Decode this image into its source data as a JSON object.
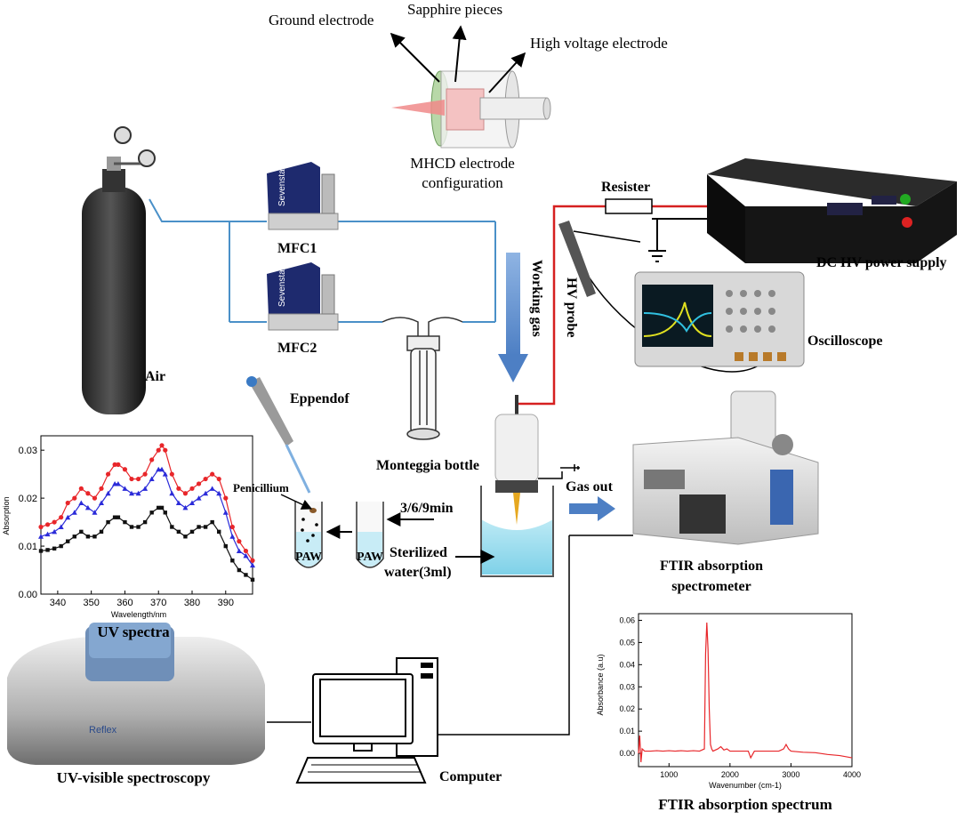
{
  "labels": {
    "ground_electrode": "Ground electrode",
    "sapphire_pieces": "Sapphire pieces",
    "high_voltage_electrode": "High voltage electrode",
    "mhcd_line1": "MHCD electrode",
    "mhcd_line2": "configuration",
    "resister": "Resister",
    "dc_hv_power_supply": "DC HV power supply",
    "mfc1": "MFC1",
    "mfc2": "MFC2",
    "working_gas": "Working gas",
    "hv_probe": "HV probe",
    "oscilloscope": "Oscilloscope",
    "air": "Air",
    "eppendof": "Eppendof",
    "monteggia_bottle": "Monteggia bottle",
    "penicillium": "Penicillium",
    "time": "3/6/9min",
    "gas_out": "Gas out",
    "sterilized_line1": "Sterilized",
    "sterilized_line2": "water(3ml)",
    "paw": "PAW",
    "ftir_line1": "FTIR absorption",
    "ftir_line2": "spectrometer",
    "uv_spectra": "UV spectra",
    "uv_visible": "UV-visible spectroscopy",
    "computer": "Computer",
    "ftir_spectrum": "FTIR absorption spectrum",
    "mfc_brand": "Sevenstar"
  },
  "chart_data": [
    {
      "type": "line",
      "ylabel": "Absorption",
      "xlabel": "Wavelength/nm",
      "xlim": [
        335,
        398
      ],
      "ylim": [
        0,
        0.033
      ],
      "xticks": [
        "340",
        "350",
        "360",
        "370",
        "380",
        "390"
      ],
      "yticks": [
        "0.00",
        "0.01",
        "0.02",
        "0.03"
      ],
      "x": [
        335,
        337,
        339,
        341,
        343,
        345,
        347,
        349,
        351,
        353,
        355,
        357,
        358,
        360,
        362,
        364,
        366,
        368,
        370,
        371,
        372,
        374,
        376,
        378,
        380,
        382,
        384,
        386,
        388,
        390,
        392,
        394,
        396,
        398
      ],
      "series": [
        {
          "color": "#e8262a",
          "marker": "circle",
          "values": [
            0.014,
            0.0145,
            0.015,
            0.016,
            0.019,
            0.02,
            0.022,
            0.021,
            0.02,
            0.022,
            0.025,
            0.027,
            0.027,
            0.026,
            0.024,
            0.024,
            0.025,
            0.028,
            0.03,
            0.031,
            0.03,
            0.025,
            0.022,
            0.021,
            0.022,
            0.023,
            0.024,
            0.025,
            0.024,
            0.02,
            0.014,
            0.011,
            0.009,
            0.007
          ]
        },
        {
          "color": "#2b2bd9",
          "marker": "triangle",
          "values": [
            0.012,
            0.0125,
            0.013,
            0.014,
            0.016,
            0.017,
            0.019,
            0.018,
            0.017,
            0.019,
            0.021,
            0.023,
            0.023,
            0.022,
            0.021,
            0.021,
            0.022,
            0.024,
            0.026,
            0.026,
            0.025,
            0.021,
            0.019,
            0.018,
            0.019,
            0.02,
            0.021,
            0.022,
            0.021,
            0.017,
            0.012,
            0.009,
            0.008,
            0.006
          ]
        },
        {
          "color": "#111111",
          "marker": "square",
          "values": [
            0.009,
            0.0092,
            0.0095,
            0.01,
            0.011,
            0.012,
            0.013,
            0.012,
            0.012,
            0.013,
            0.015,
            0.016,
            0.016,
            0.015,
            0.014,
            0.014,
            0.015,
            0.017,
            0.018,
            0.018,
            0.017,
            0.014,
            0.013,
            0.012,
            0.013,
            0.014,
            0.014,
            0.015,
            0.013,
            0.01,
            0.007,
            0.005,
            0.004,
            0.003
          ]
        }
      ]
    },
    {
      "type": "line",
      "ylabel": "Absorbance (a.u)",
      "xlabel": "Wavenumber (cm-1)",
      "xlim": [
        500,
        4000
      ],
      "ylim": [
        -0.006,
        0.063
      ],
      "xticks": [
        "1000",
        "2000",
        "3000",
        "4000"
      ],
      "yticks": [
        "0.00",
        "0.01",
        "0.02",
        "0.03",
        "0.04",
        "0.05",
        "0.06"
      ],
      "series": [
        {
          "color": "#e8262a",
          "x": [
            500,
            520,
            540,
            560,
            600,
            700,
            800,
            900,
            1000,
            1100,
            1200,
            1300,
            1400,
            1500,
            1580,
            1600,
            1620,
            1640,
            1660,
            1680,
            1700,
            1720,
            1800,
            1850,
            1900,
            1950,
            2000,
            2100,
            2200,
            2300,
            2340,
            2360,
            2400,
            2500,
            2600,
            2700,
            2800,
            2880,
            2920,
            2960,
            3000,
            3200,
            3400,
            3600,
            3800,
            4000
          ],
          "values": [
            0.0,
            0.008,
            -0.004,
            0.002,
            0.001,
            0.001,
            0.0012,
            0.001,
            0.0012,
            0.001,
            0.0012,
            0.001,
            0.0012,
            0.001,
            0.002,
            0.045,
            0.059,
            0.047,
            0.02,
            0.004,
            0.002,
            0.001,
            0.002,
            0.003,
            0.0015,
            0.002,
            0.001,
            0.001,
            0.001,
            0.001,
            -0.002,
            -0.001,
            0.001,
            0.001,
            0.001,
            0.001,
            0.001,
            0.002,
            0.004,
            0.002,
            0.001,
            0.0005,
            0.0003,
            -0.0005,
            -0.001,
            -0.002
          ]
        }
      ]
    }
  ]
}
